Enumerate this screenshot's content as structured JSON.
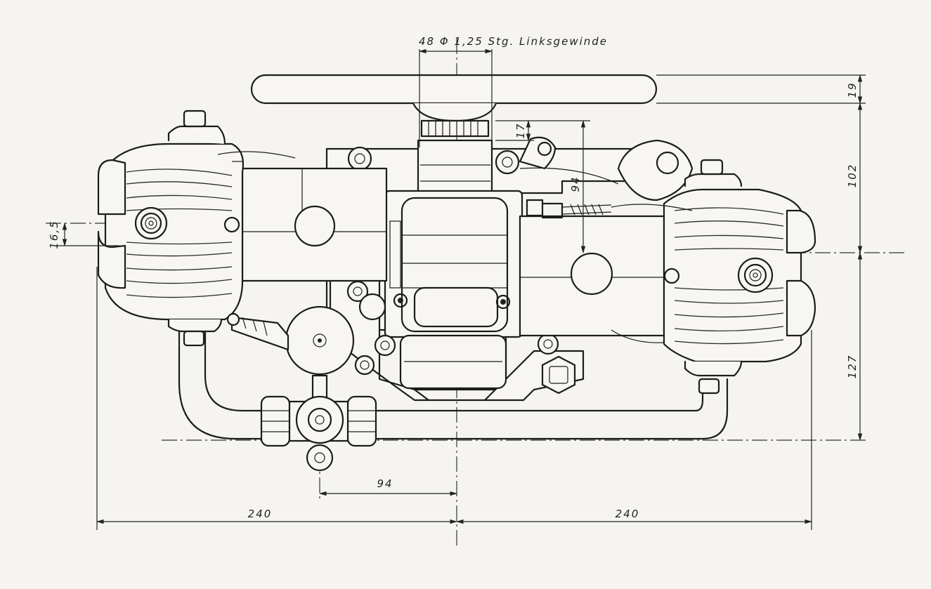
{
  "annotations": {
    "thread_spec": "48 Φ 1,25 Stg. Linksgewinde"
  },
  "dimensions": {
    "d_19": "19",
    "d_102": "102",
    "d_127": "127",
    "d_17": "17",
    "d_94_vertical": "94",
    "d_16_5": "16,5",
    "d_94_horizontal": "94",
    "d_240_left": "240",
    "d_240_right": "240"
  }
}
